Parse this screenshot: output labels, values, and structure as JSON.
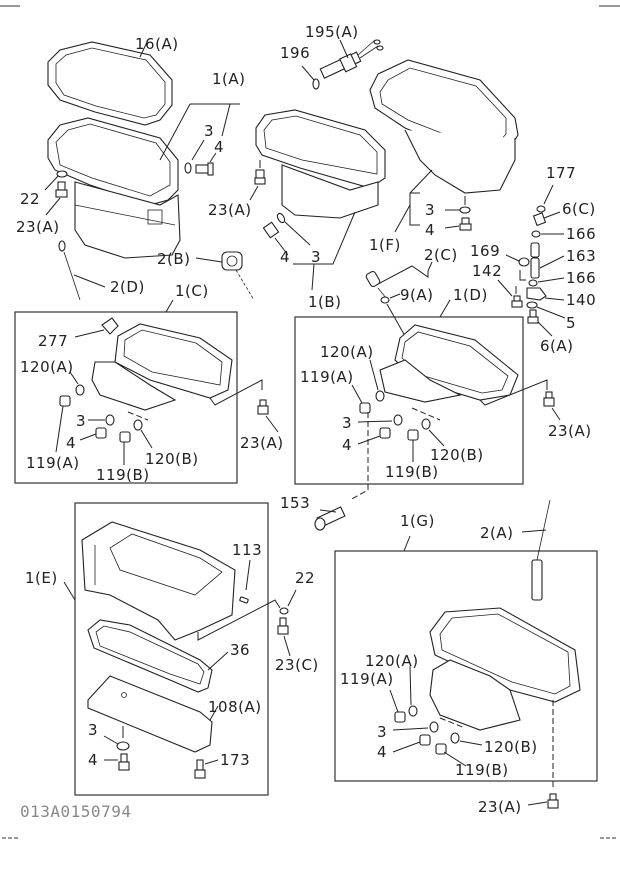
{
  "diagram": {
    "title": "Oil pan assembly - exploded parts diagram",
    "drawing_code": "013A0150794",
    "callouts": {
      "c16A": "16(A)",
      "c1A": "1(A)",
      "c3_tl": "3",
      "c4_tl": "4",
      "c22_tl": "22",
      "c23A_tl": "23(A)",
      "c2B": "2(B)",
      "c2D": "2(D)",
      "c1C": "1(C)",
      "c195A": "195(A)",
      "c196": "196",
      "c23A_tm": "23(A)",
      "c4_tm": "4",
      "c3_tm": "3",
      "c1B": "1(B)",
      "c3_tr": "3",
      "c4_tr": "4",
      "c1F": "1(F)",
      "c2C": "2(C)",
      "c9A": "9(A)",
      "c1D": "1(D)",
      "c177": "177",
      "c6C": "6(C)",
      "c166a": "166",
      "c169": "169",
      "c163": "163",
      "c142": "142",
      "c166b": "166",
      "c140": "140",
      "c5": "5",
      "c6A": "6(A)"
    },
    "box_c": {
      "c277": "277",
      "c120A": "120(A)",
      "c3": "3",
      "c4": "4",
      "c119A": "119(A)",
      "c119B": "119(B)",
      "c120B": "120(B)",
      "c23A": "23(A)"
    },
    "box_d": {
      "c120A": "120(A)",
      "c119A": "119(A)",
      "c3": "3",
      "c4": "4",
      "c119B": "119(B)",
      "c120B": "120(B)",
      "c23A": "23(A)",
      "c153": "153"
    },
    "box_e": {
      "c1E": "1(E)",
      "c113": "113",
      "c22": "22",
      "c23C": "23(C)",
      "c36": "36",
      "c108A": "108(A)",
      "c3": "3",
      "c4": "4",
      "c173": "173"
    },
    "box_g": {
      "c1G": "1(G)",
      "c2A": "2(A)",
      "c120A": "120(A)",
      "c119A": "119(A)",
      "c3": "3",
      "c4": "4",
      "c120B": "120(B)",
      "c119B": "119(B)",
      "c23A": "23(A)"
    }
  }
}
